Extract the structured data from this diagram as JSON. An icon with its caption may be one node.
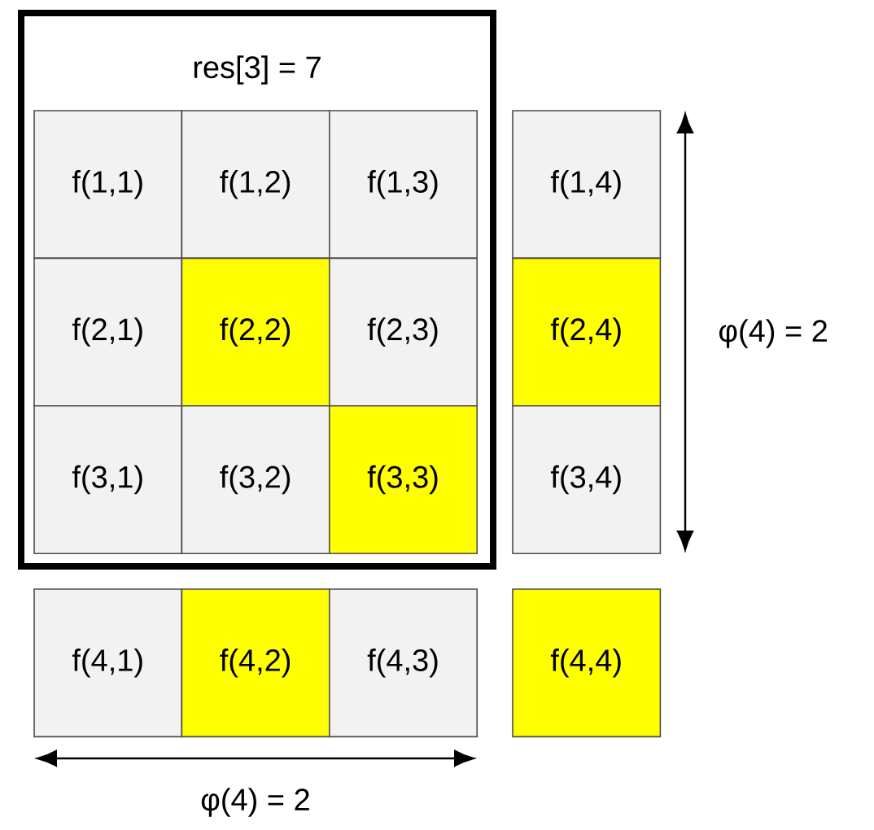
{
  "diagram": {
    "nodes": [
      {
        "text": [
          "res[3] = 7"
        ]
      },
      {
        "text": [
          "f(1,1)"
        ],
        "in": 0
      },
      {
        "text": [
          "f(1,2)"
        ],
        "in": 0
      },
      {
        "text": [
          "f(1,3)"
        ],
        "in": 0
      },
      {
        "text": [
          "f(1,4)"
        ]
      },
      {
        "text": [
          "f(2,1)"
        ],
        "in": 0
      },
      {
        "text": [
          "f(2,2)"
        ],
        "in": 0
      },
      {
        "text": [
          "f(2,3)"
        ],
        "in": 0
      },
      {
        "text": [
          "f(2,4)"
        ]
      },
      {
        "text": [
          "f(3,1)"
        ],
        "in": 0
      },
      {
        "text": [
          "f(3,2)"
        ],
        "in": 0
      },
      {
        "text": [
          "f(3,3)"
        ],
        "in": 0
      },
      {
        "text": [
          "f(3,4)"
        ]
      },
      {
        "text": [
          "f(4,1)"
        ]
      },
      {
        "text": [
          "f(4,2)"
        ]
      },
      {
        "text": [
          "f(4,3)"
        ]
      },
      {
        "text": [
          "f(4,4)"
        ]
      }
    ],
    "labels": [
      "φ(4) = 2",
      "φ(4) = 2"
    ]
  }
}
